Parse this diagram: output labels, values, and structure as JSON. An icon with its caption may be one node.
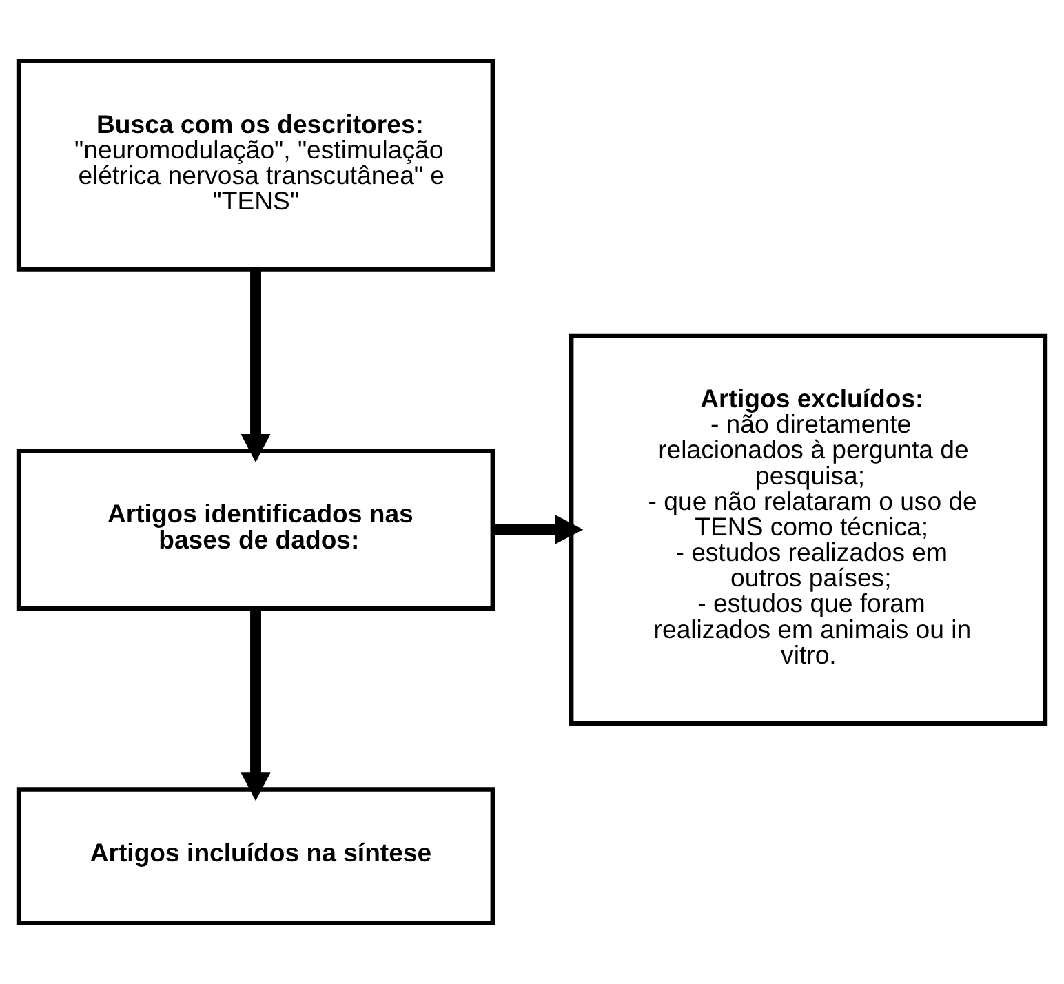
{
  "diagram": {
    "nodes": [
      {
        "text": [
          "Busca com os descritores:",
          "\"neuromodulação\", \"estimulação elétrica nervosa transcutânea\" e \"TENS\""
        ]
      },
      {
        "text": [
          "Artigos identificados nas bases de dados:"
        ]
      },
      {
        "text": [
          "Artigos excluídos:",
          "- não diretamente relacionados à pergunta de pesquisa;",
          "- que não relataram o uso de TENS como técnica;",
          "- estudos realizados em outros países;",
          "- estudos que foram realizados em animais ou in vitro."
        ]
      },
      {
        "text": [
          "Artigos incluídos na síntese"
        ]
      }
    ],
    "edges": [
      {
        "from": 0,
        "to": 1,
        "arrow": "to"
      },
      {
        "from": 1,
        "to": 2,
        "arrow": "to"
      },
      {
        "from": 1,
        "to": 3,
        "arrow": "to"
      }
    ]
  }
}
